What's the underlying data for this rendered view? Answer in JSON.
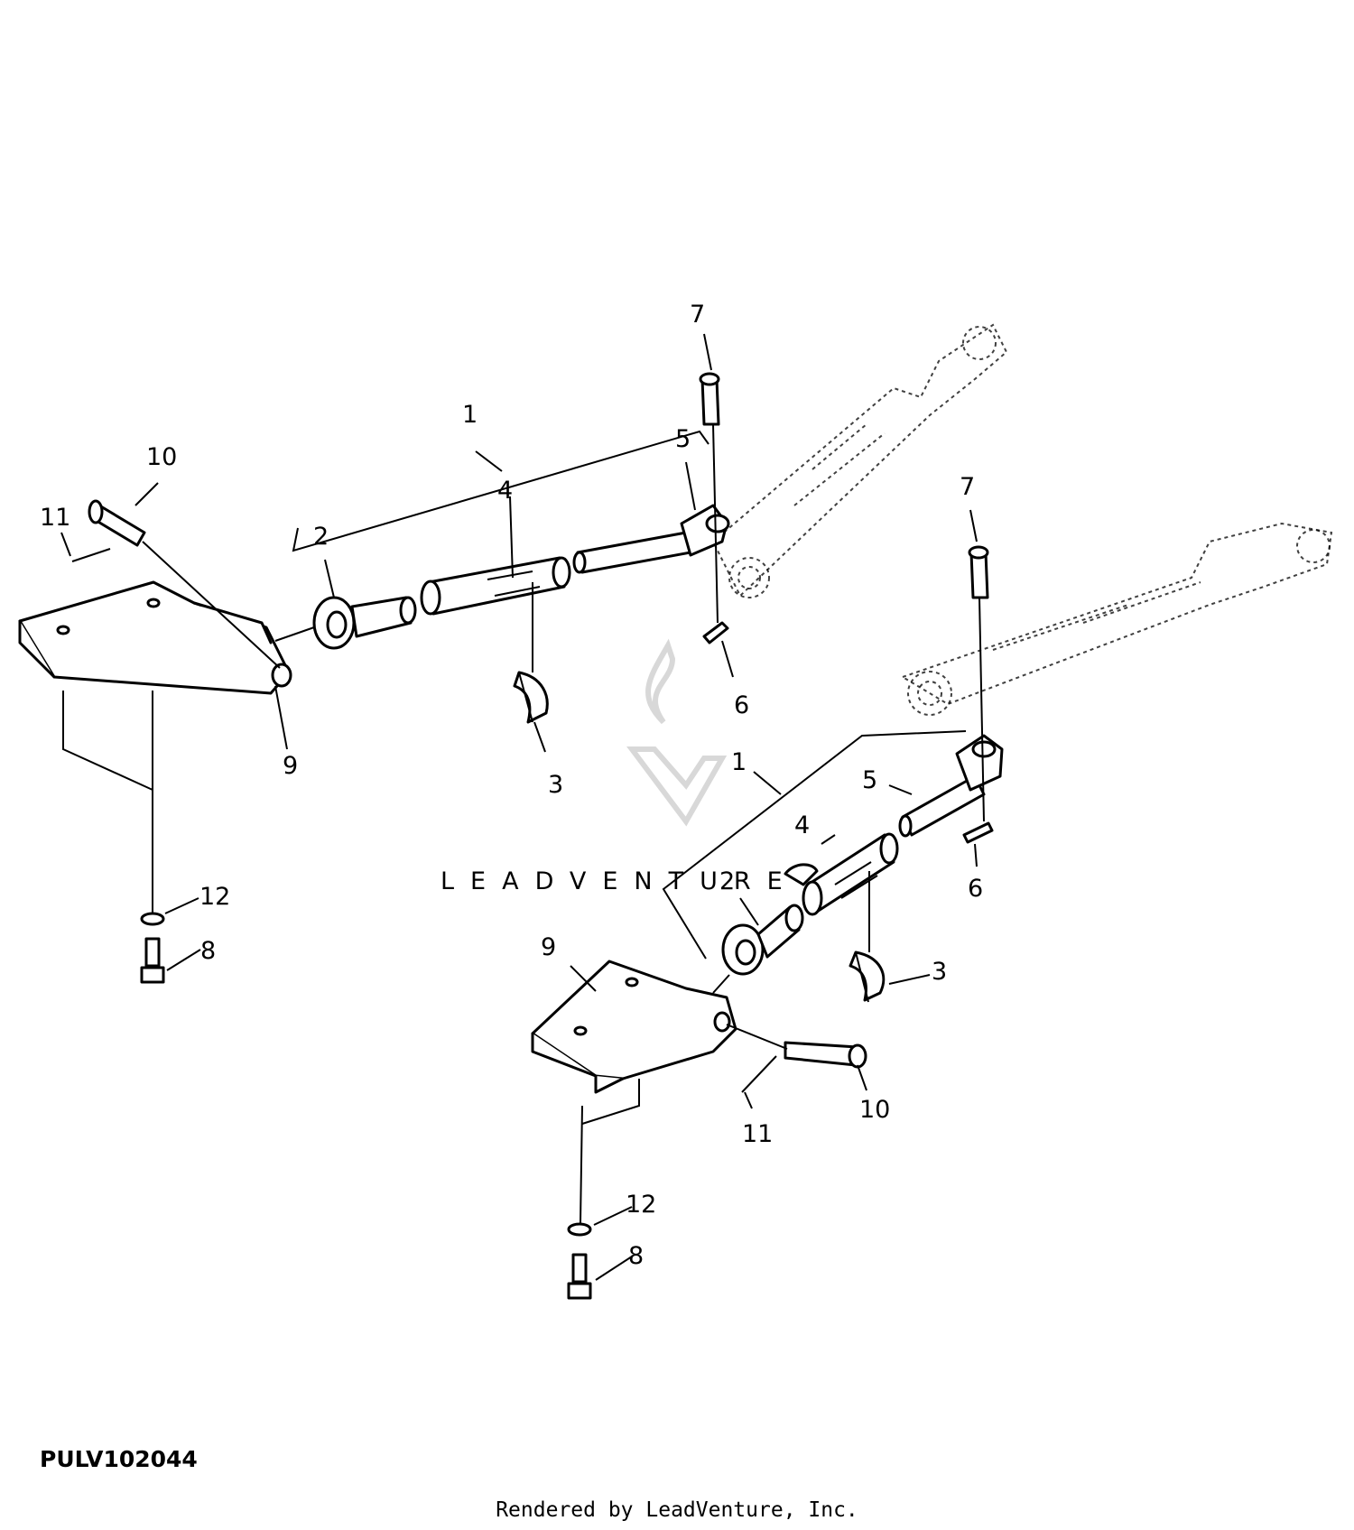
{
  "diagram_id": "PULV102044",
  "credit": "Rendered by LeadVenture, Inc.",
  "watermark": "LEADVENTURE",
  "left_assembly": {
    "callouts": [
      "1",
      "2",
      "3",
      "4",
      "5",
      "6",
      "7",
      "8",
      "9",
      "10",
      "11",
      "12"
    ]
  },
  "right_assembly": {
    "callouts": [
      "1",
      "2",
      "3",
      "4",
      "5",
      "6",
      "7",
      "8",
      "9",
      "10",
      "11",
      "12"
    ]
  }
}
